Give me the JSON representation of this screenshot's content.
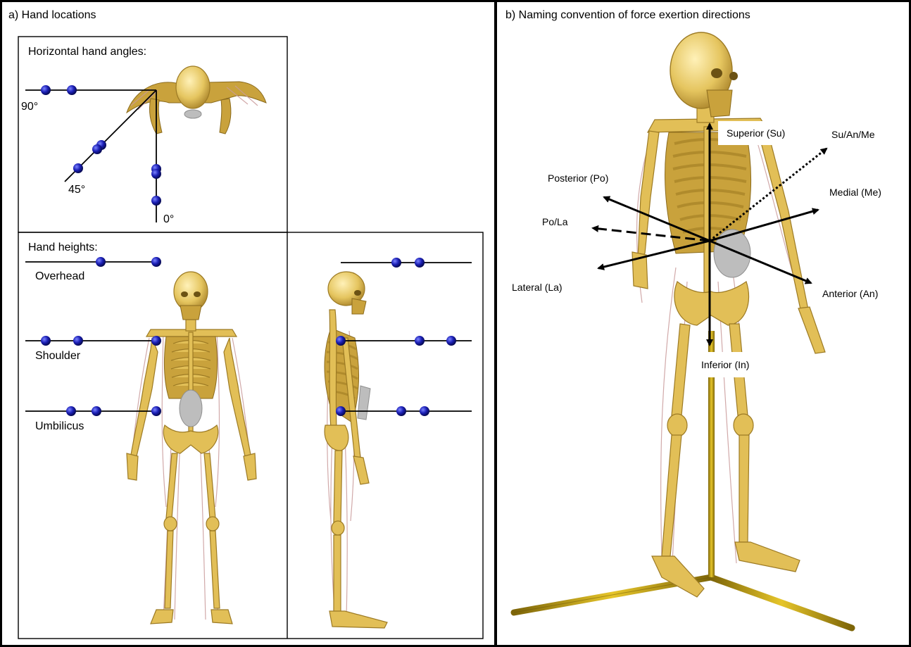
{
  "panel_a": {
    "title": "a) Hand locations",
    "angles": {
      "title": "Horizontal hand angles:",
      "label_90": "90°",
      "label_45": "45°",
      "label_0": "0°"
    },
    "heights": {
      "title": "Hand heights:",
      "overhead": "Overhead",
      "shoulder": "Shoulder",
      "umbilicus": "Umbilicus"
    }
  },
  "panel_b": {
    "title": "b) Naming convention of force exertion directions",
    "directions": {
      "superior": "Superior (Su)",
      "su_an_me": "Su/An/Me",
      "posterior": "Posterior (Po)",
      "medial": "Medial (Me)",
      "po_la": "Po/La",
      "lateral": "Lateral (La)",
      "anterior": "Anterior (An)",
      "inferior": "Inferior (In)"
    }
  },
  "colors": {
    "marker": "#1b1fb5",
    "bone": "#e2bf57",
    "floor_axis": "#b8960e",
    "muscle": "#c99a9a"
  }
}
